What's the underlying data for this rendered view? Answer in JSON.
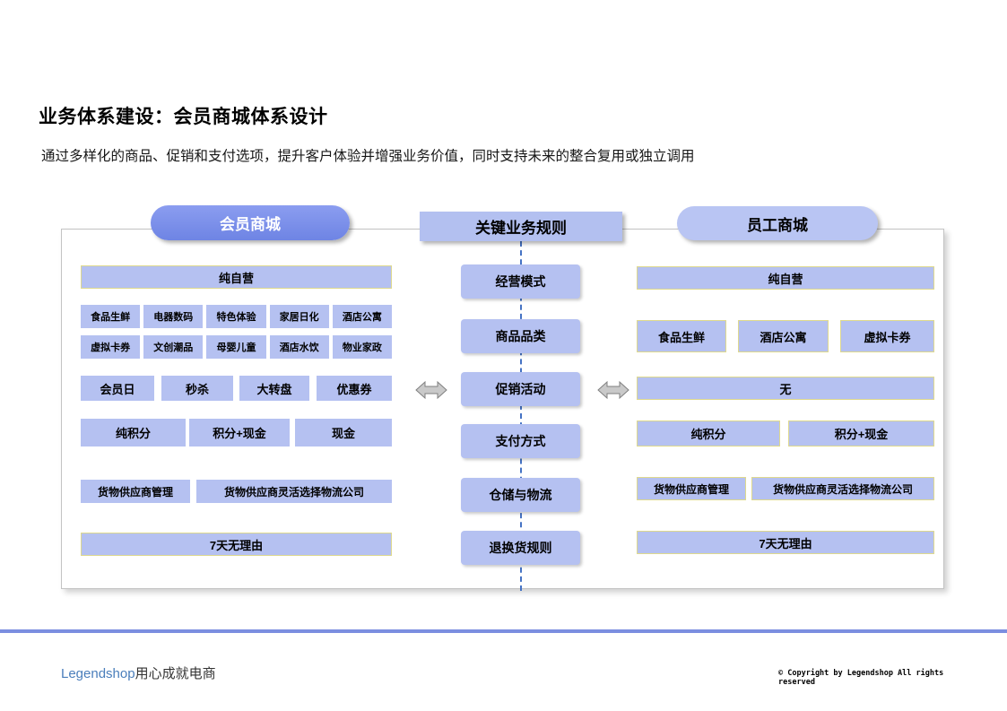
{
  "slide": {
    "title": "业务体系建设：会员商城体系设计",
    "subtitle": "通过多样化的商品、促销和支付选项，提升客户体验并增强业务价值，同时支持未来的整合复用或独立调用"
  },
  "diagram": {
    "member": {
      "header": "会员商城",
      "mode": "纯自营",
      "categories": [
        "食品生鲜",
        "电器数码",
        "特色体验",
        "家居日化",
        "酒店公寓",
        "虚拟卡券",
        "文创潮品",
        "母婴儿童",
        "酒店水饮",
        "物业家政"
      ],
      "promotions": [
        "会员日",
        "秒杀",
        "大转盘",
        "优惠券"
      ],
      "payments": [
        "纯积分",
        "积分+现金",
        "现金"
      ],
      "logistics": [
        "货物供应商管理",
        "货物供应商灵活选择物流公司"
      ],
      "returns": "7天无理由"
    },
    "rules": {
      "header": "关键业务规则",
      "items": [
        "经营模式",
        "商品品类",
        "促销活动",
        "支付方式",
        "仓储与物流",
        "退换货规则"
      ]
    },
    "staff": {
      "header": "员工商城",
      "mode": "纯自营",
      "categories": [
        "食品生鲜",
        "酒店公寓",
        "虚拟卡券"
      ],
      "promotions": "无",
      "payments": [
        "纯积分",
        "积分+现金"
      ],
      "logistics": [
        "货物供应商管理",
        "货物供应商灵活选择物流公司"
      ],
      "returns": "7天无理由"
    }
  },
  "footer": {
    "brand": "Legendshop",
    "tagline": "用心成就电商",
    "copyright_line1": "© Copyright by Legendshop All rights",
    "copyright_line2": "reserved"
  },
  "colors": {
    "accent": "#7b8ee0",
    "box_fill": "#b5c1f1",
    "member_header": "#7b8fe8"
  }
}
